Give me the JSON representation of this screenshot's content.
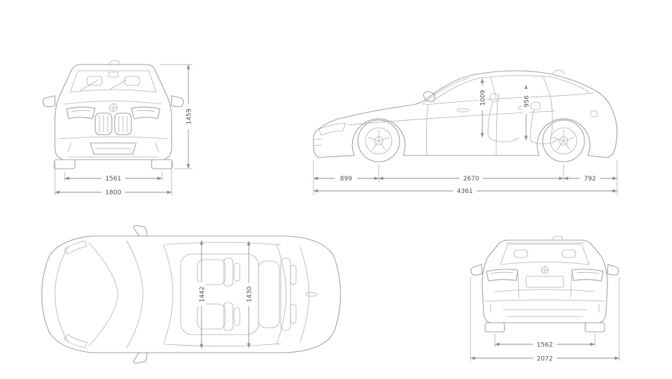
{
  "style": {
    "background": "#ffffff",
    "line_color": "#9aa3ad",
    "dim_color": "#878f99",
    "label_color": "#4b5157"
  },
  "views": {
    "front": {
      "dims": {
        "track": "1561",
        "overall_width": "1800",
        "height": "1459"
      }
    },
    "side": {
      "dims": {
        "front_headroom": "1009",
        "rear_headroom": "956",
        "front_overhang": "899",
        "wheelbase": "2670",
        "rear_overhang": "792",
        "overall_length": "4361"
      }
    },
    "top": {
      "dims": {
        "front_width": "1442",
        "rear_width": "1430"
      }
    },
    "rear": {
      "dims": {
        "track": "1562",
        "width_with_mirrors": "2072"
      }
    }
  }
}
